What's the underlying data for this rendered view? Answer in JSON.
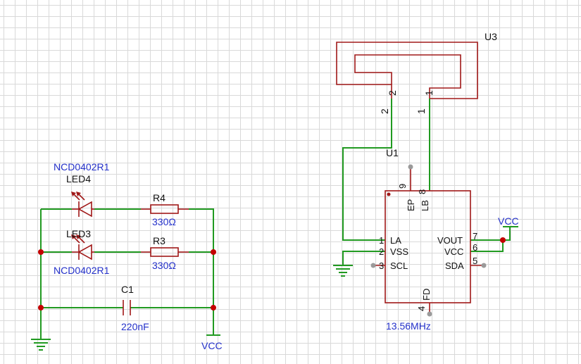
{
  "components": {
    "u3": {
      "designator": "U3",
      "pin1": "1",
      "pin2": "2",
      "pin1b": "1",
      "pin2b": "2"
    },
    "u1": {
      "designator": "U1",
      "frequency": "13.56MHz",
      "pins_left": [
        {
          "num": "1",
          "name": "LA"
        },
        {
          "num": "2",
          "name": "VSS"
        },
        {
          "num": "3",
          "name": "SCL"
        }
      ],
      "pins_right": [
        {
          "num": "7",
          "name": "VOUT"
        },
        {
          "num": "6",
          "name": "VCC"
        },
        {
          "num": "5",
          "name": "SDA"
        }
      ],
      "pins_top": [
        {
          "num": "9",
          "name": "EP"
        },
        {
          "num": "8",
          "name": "LB"
        }
      ],
      "pins_bottom": [
        {
          "num": "4",
          "name": "FD"
        }
      ]
    },
    "led4": {
      "designator": "LED4",
      "part": "NCD0402R1"
    },
    "led3": {
      "designator": "LED3",
      "part": "NCD0402R1"
    },
    "r4": {
      "designator": "R4",
      "value": "330Ω"
    },
    "r3": {
      "designator": "R3",
      "value": "330Ω"
    },
    "c1": {
      "designator": "C1",
      "value": "220nF"
    }
  },
  "power": {
    "vcc_right": "VCC",
    "vcc_left": "VCC"
  },
  "colors": {
    "wire": "#219a21",
    "symbol": "#a01818",
    "designator_text": "#2330c9",
    "pin_text": "#111111",
    "junction": "#c40000",
    "no_connect": "#9a9a9a",
    "grid": "#d9d9d9"
  }
}
